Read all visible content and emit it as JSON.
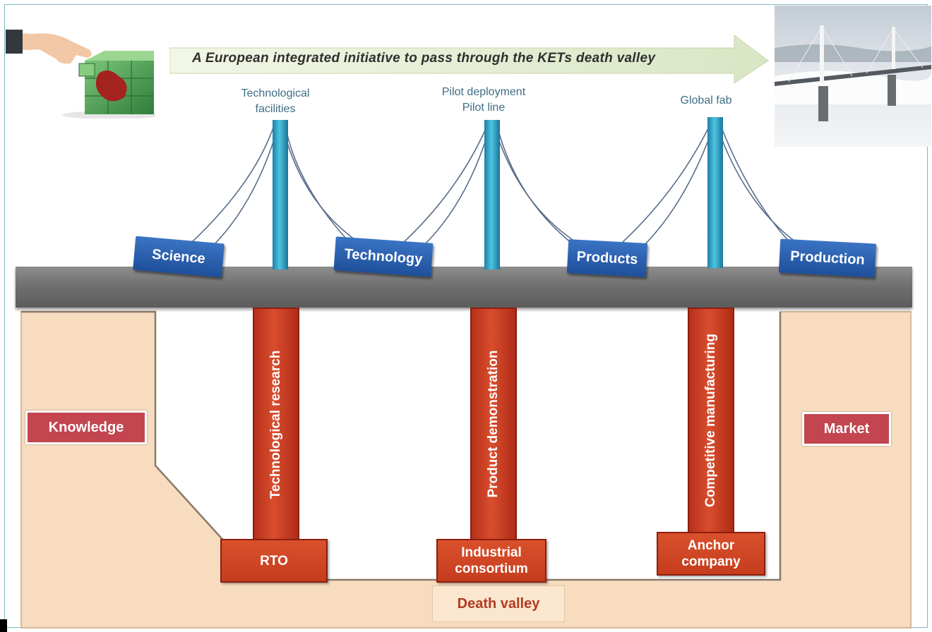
{
  "banner": {
    "text": "A European integrated initiative to pass through the KETs death valley"
  },
  "towers": [
    {
      "label_line1": "Technological",
      "label_line2": "facilities"
    },
    {
      "label_line1": "Pilot deployment",
      "label_line2": "Pilot line"
    },
    {
      "label_line1": "Global fab",
      "label_line2": ""
    }
  ],
  "signs": {
    "science": "Science",
    "technology": "Technology",
    "products": "Products",
    "production": "Production"
  },
  "pillars": {
    "research": "Technological research",
    "demonstration": "Product demonstration",
    "manufacturing": "Competitive manufacturing"
  },
  "bases": {
    "rto": "RTO",
    "consortium_line1": "Industrial",
    "consortium_line2": "consortium",
    "anchor_line1": "Anchor",
    "anchor_line2": "company"
  },
  "sides": {
    "left": "Knowledge",
    "right": "Market"
  },
  "valley": {
    "label": "Death valley"
  },
  "colors": {
    "tower": "#3bb0d0",
    "sign": "#2a5fb0",
    "deck": "#777777",
    "pillar": "#c9401f",
    "terrain": "#f8dcc0",
    "tag": "#c2454f"
  }
}
